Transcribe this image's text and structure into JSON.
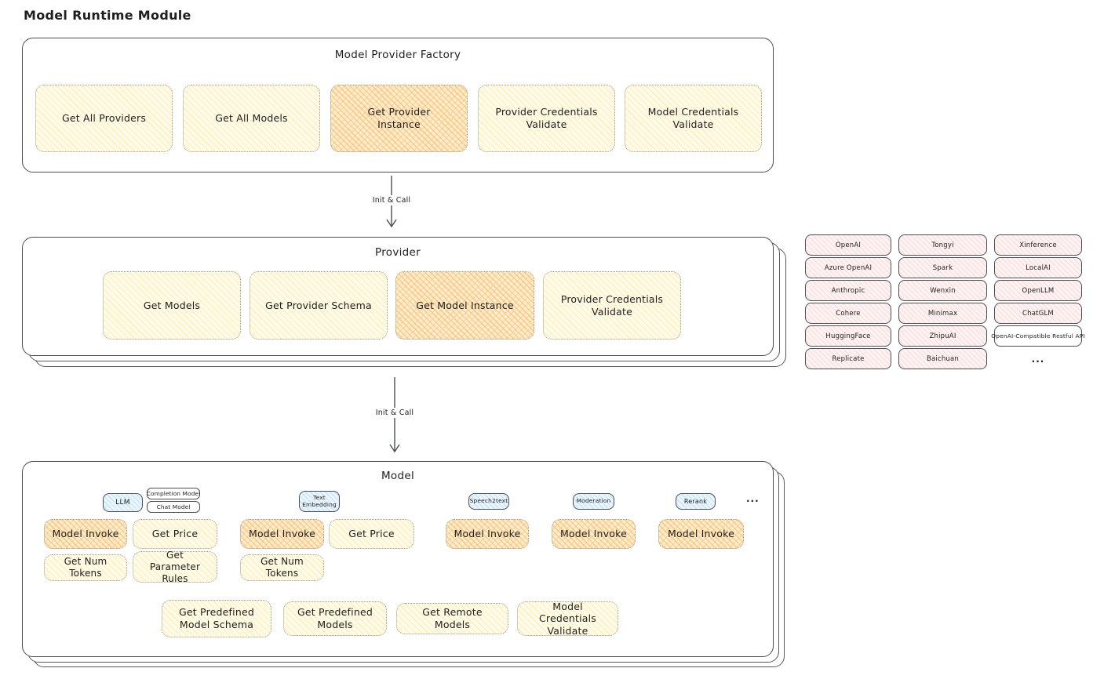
{
  "title": "Model Runtime Module",
  "factory": {
    "title": "Model Provider Factory",
    "buttons": [
      {
        "label": "Get All Providers",
        "highlighted": false
      },
      {
        "label": "Get All Models",
        "highlighted": false
      },
      {
        "label": "Get Provider Instance",
        "highlighted": true
      },
      {
        "label": "Provider Credentials Validate",
        "highlighted": false
      },
      {
        "label": "Model Credentials Validate",
        "highlighted": false
      }
    ]
  },
  "arrow1": {
    "label": "Init & Call"
  },
  "arrow2": {
    "label": "Init & Call"
  },
  "provider": {
    "title": "Provider",
    "buttons": [
      {
        "label": "Get Models",
        "highlighted": false
      },
      {
        "label": "Get Provider Schema",
        "highlighted": false
      },
      {
        "label": "Get Model Instance",
        "highlighted": true
      },
      {
        "label": "Provider Credentials Validate",
        "highlighted": false
      }
    ]
  },
  "provider_list": {
    "column1": [
      "OpenAI",
      "Azure OpenAI",
      "Anthropic",
      "Cohere",
      "HuggingFace",
      "Replicate"
    ],
    "column2": [
      "Tongyi",
      "Spark",
      "Wenxin",
      "Minimax",
      "ZhipuAI",
      "Baichuan"
    ],
    "column3": [
      "Xinference",
      "LocalAI",
      "OpenLLM",
      "ChatGLM",
      "OpenAI-Compatible Restful API"
    ],
    "more": "..."
  },
  "model": {
    "title": "Model",
    "badges": {
      "llm": "LLM",
      "completion": "Completion Model",
      "chat": "Chat Model",
      "text_embedding": "Text Embedding",
      "speech2text": "Speech2text",
      "moderation": "Moderation",
      "rerank": "Rerank",
      "more": "..."
    },
    "buttons": {
      "llm_invoke": "Model Invoke",
      "llm_get_price": "Get Price",
      "llm_get_num_tokens": "Get Num Tokens",
      "llm_get_parameter_rules": "Get Parameter Rules",
      "embedding_invoke": "Model Invoke",
      "embedding_get_price": "Get Price",
      "embedding_get_num_tokens": "Get Num Tokens",
      "speech2text_invoke": "Model Invoke",
      "moderation_invoke": "Model Invoke",
      "rerank_invoke": "Model Invoke"
    },
    "bottom_buttons": [
      "Get Predefined Model Schema",
      "Get Predefined Models",
      "Get Remote Models",
      "Model Credentials Validate"
    ]
  },
  "colors": {
    "stroke": "#494d52",
    "yellow_hatch": "#ffe082",
    "orange_hatch": "#f8b052",
    "pink_hatch": "#ffaaaa",
    "blue_hatch": "#8cc6f8",
    "text": "#1e1e1e"
  }
}
